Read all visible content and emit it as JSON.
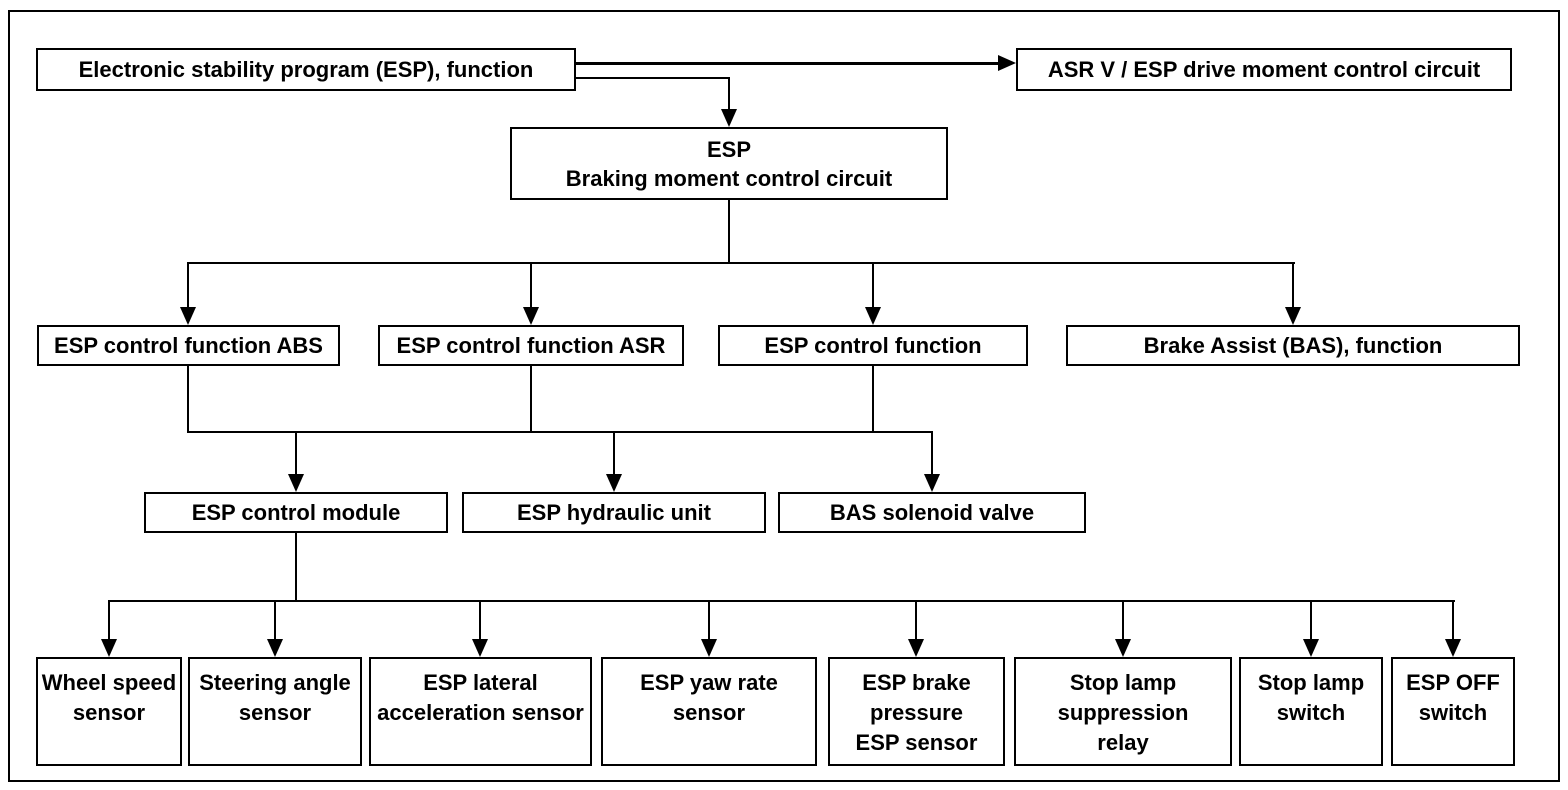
{
  "diagram": {
    "colors": {
      "line": "#000000",
      "box_border": "#000000",
      "text": "#000000",
      "background": "#ffffff"
    },
    "nodes": {
      "esp_function": {
        "label": "Electronic stability program (ESP), function"
      },
      "asr_circuit": {
        "label": "ASR V / ESP drive moment control circuit"
      },
      "braking_circuit": {
        "label": "ESP\nBraking moment control circuit"
      },
      "abs": {
        "label": "ESP control function ABS"
      },
      "asr": {
        "label": "ESP control function ASR"
      },
      "control": {
        "label": "ESP control function"
      },
      "bas": {
        "label": "Brake Assist (BAS), function"
      },
      "module": {
        "label": "ESP control module"
      },
      "hydraulic": {
        "label": "ESP hydraulic unit"
      },
      "solenoid": {
        "label": "BAS solenoid valve"
      },
      "wheel_speed": {
        "label": "Wheel speed\nsensor"
      },
      "steering_angle": {
        "label": "Steering angle\nsensor"
      },
      "lateral_accel": {
        "label": "ESP lateral\nacceleration sensor"
      },
      "yaw_rate": {
        "label": "ESP yaw rate\nsensor"
      },
      "brake_pressure": {
        "label": "ESP brake\npressure\nESP sensor"
      },
      "stop_lamp_relay": {
        "label": "Stop lamp\nsuppression\nrelay"
      },
      "stop_lamp_switch": {
        "label": "Stop lamp\nswitch"
      },
      "esp_off_switch": {
        "label": "ESP OFF\nswitch"
      }
    }
  }
}
